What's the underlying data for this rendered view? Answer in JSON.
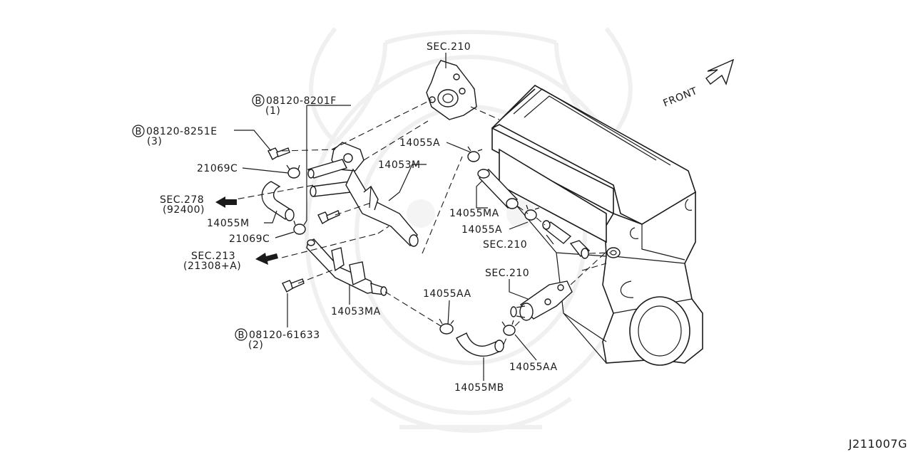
{
  "callouts": {
    "sec210_top": "SEC.210",
    "bolt_8201f": "08120-8201F",
    "bolt_8201f_qty": "(1)",
    "bolt_8251e": "08120-8251E",
    "bolt_8251e_qty": "(3)",
    "clamp_21069c_a": "21069C",
    "tube_14053m": "14053M",
    "sec278": "SEC.278",
    "sec278_sub": "(92400)",
    "hose_14055m": "14055M",
    "clamp_21069c_b": "21069C",
    "sec213": "SEC.213",
    "sec213_sub": "(21308+A)",
    "clamp_14055a_top": "14055A",
    "hose_14055ma": "14055MA",
    "clamp_14055a_mid": "14055A",
    "sec210_mid": "SEC.210",
    "sec210_low": "SEC.210",
    "clamp_14055aa_a": "14055AA",
    "tube_14053ma": "14053MA",
    "bolt_61633": "08120-61633",
    "bolt_61633_qty": "(2)",
    "clamp_14055aa_b": "14055AA",
    "hose_14055mb": "14055MB",
    "front": "FRONT",
    "bolt_marker": "B"
  },
  "footer": {
    "code": "J211007G"
  }
}
